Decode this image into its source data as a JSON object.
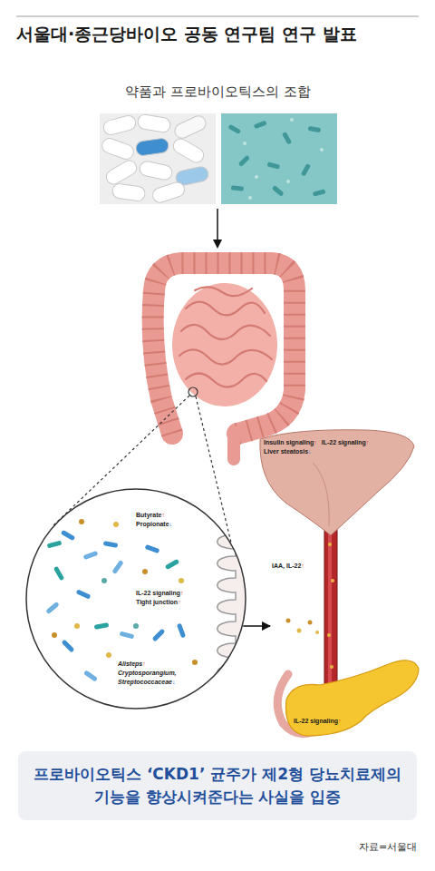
{
  "diagram": {
    "title": "서울대·종근당바이오 공동 연구팀 연구 발표",
    "caption": "프로바이오틱스 ‘CKD1’ 균주가 제2형 당뇨치료제의 기능을 향상시켜준다는 사실을 입증",
    "nodes": [
      {
        "text": [
          "Insulin signaling↑",
          "IL-22 signaling↑",
          "Liver steatosis↓"
        ]
      },
      {
        "text": [
          "Butyrate↑",
          "Propionate↓",
          "IL-22 signaling↑",
          "Tight junction↑",
          "Alisteps↑",
          "Cryptosporangium,",
          "Streptococcaceae↓"
        ]
      },
      {
        "text": [
          "IAA, IL-22↑"
        ]
      },
      {
        "text": [
          "IL-22 signaling↑"
        ]
      }
    ],
    "edges": [
      {
        "from": 1,
        "to": 2,
        "arrow": "to"
      }
    ],
    "labels": [
      "약품과 프로바이오틱스의 조합",
      "자료=서울대"
    ]
  }
}
